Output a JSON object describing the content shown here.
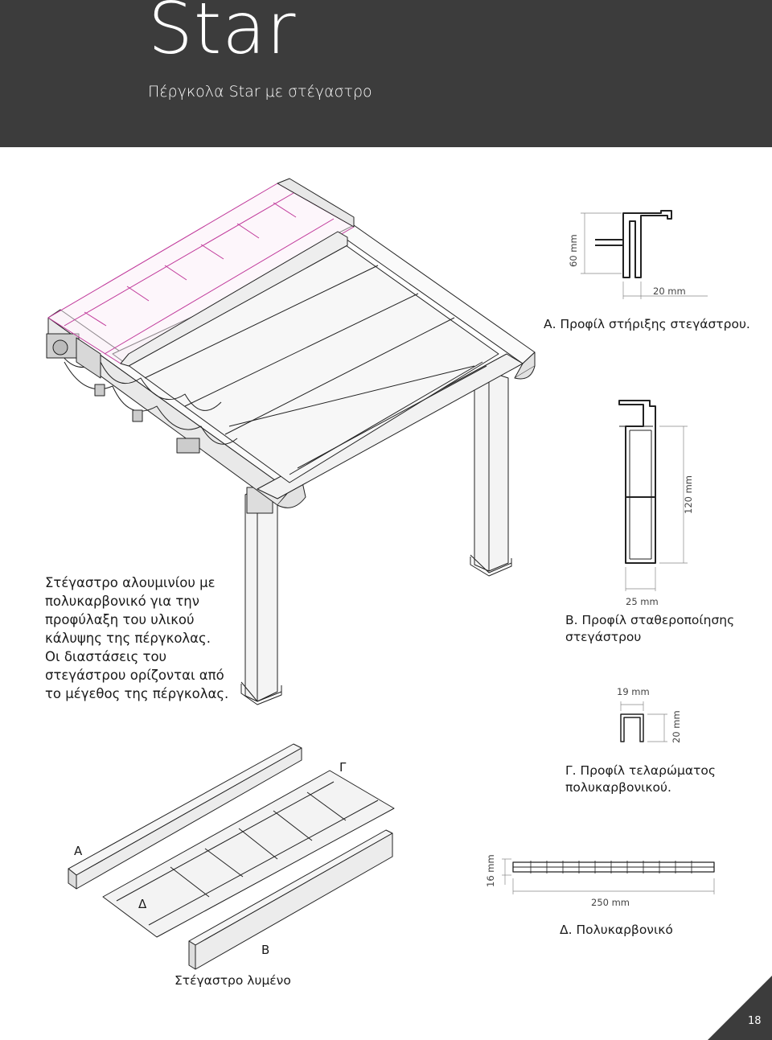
{
  "header": {
    "title": "Star",
    "subtitle": "Πέργκολα Star με στέγαστρο"
  },
  "intro_text": [
    "Στέγαστρο αλουμινίου με",
    "πολυκαρβονικό για την",
    "προφύλαξη του υλικού",
    "κάλυψης της πέργκολας.",
    "Οι διαστάσεις του",
    "στεγάστρου ορίζονται από",
    "το μέγεθος της πέργκολας."
  ],
  "profiles": {
    "a": {
      "height": "60 mm",
      "width": "20 mm",
      "caption": "Α. Προφίλ στήριξης στεγάστρου."
    },
    "b": {
      "height": "120 mm",
      "width": "25 mm",
      "caption_lines": [
        "Β. Προφίλ σταθεροποίησης",
        "στεγάστρου"
      ]
    },
    "c": {
      "width": "19 mm",
      "height": "20 mm",
      "caption_lines": [
        "Γ. Προφίλ τελαρώματος",
        "πολυκαρβονικού."
      ]
    },
    "d": {
      "height": "16 mm",
      "width": "250 mm",
      "caption": "Δ. Πολυκαρβονικό"
    }
  },
  "exploded": {
    "label_a": "Α",
    "label_b": "Β",
    "label_c": "Γ",
    "label_d": "Δ",
    "caption": "Στέγαστρο λυμένο"
  },
  "page": {
    "number": "18"
  },
  "colors": {
    "header_bg": "#3c3c3c",
    "accent_magenta": "#c0389a",
    "line": "#222222"
  }
}
